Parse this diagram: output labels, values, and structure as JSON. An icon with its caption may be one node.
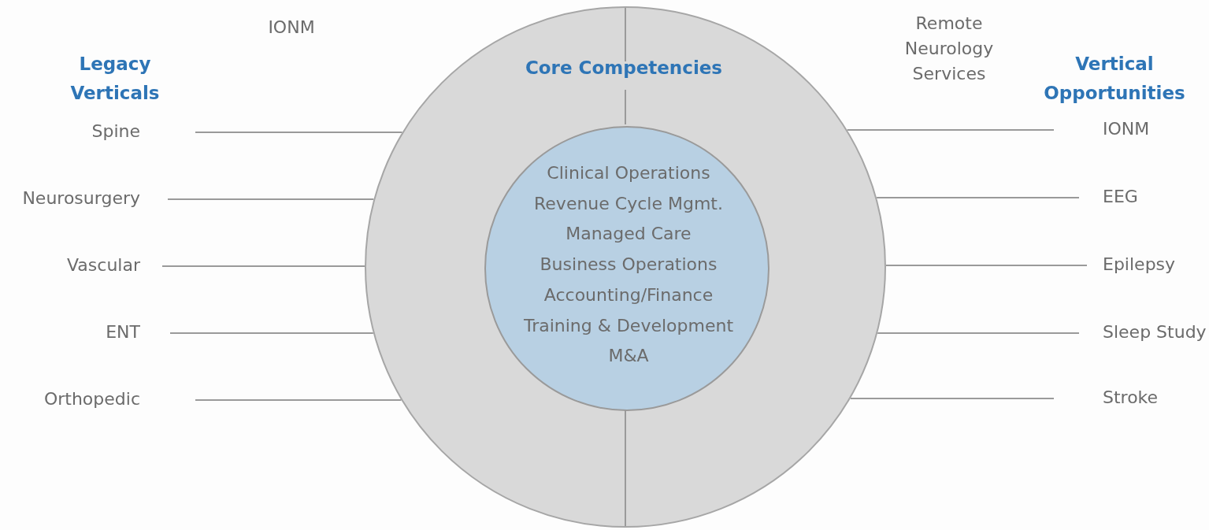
{
  "diagram": {
    "nodes": [
      {
        "text": [
          "Core Competencies"
        ]
      },
      {
        "text": [
          "Clinical Operations",
          "Revenue Cycle Mgmt.",
          "Managed Care",
          "Business Operations",
          "Accounting/Finance",
          "Training & Development",
          "M&A"
        ],
        "in": 0
      },
      {
        "text": [
          "Spine"
        ]
      },
      {
        "text": [
          "Neurosurgery"
        ]
      },
      {
        "text": [
          "Vascular"
        ]
      },
      {
        "text": [
          "ENT"
        ]
      },
      {
        "text": [
          "Orthopedic"
        ]
      },
      {
        "text": [
          "IONM"
        ]
      },
      {
        "text": [
          "EEG"
        ]
      },
      {
        "text": [
          "Epilepsy"
        ]
      },
      {
        "text": [
          "Sleep Study"
        ]
      },
      {
        "text": [
          "Stroke"
        ]
      }
    ],
    "edges": [
      {
        "from": 2,
        "to": 0,
        "arrow": "none"
      },
      {
        "from": 3,
        "to": 0,
        "arrow": "none"
      },
      {
        "from": 4,
        "to": 0,
        "arrow": "none"
      },
      {
        "from": 5,
        "to": 0,
        "arrow": "none"
      },
      {
        "from": 6,
        "to": 0,
        "arrow": "none"
      },
      {
        "from": 0,
        "to": 7,
        "arrow": "none"
      },
      {
        "from": 0,
        "to": 8,
        "arrow": "none"
      },
      {
        "from": 0,
        "to": 9,
        "arrow": "none"
      },
      {
        "from": 0,
        "to": 10,
        "arrow": "none"
      },
      {
        "from": 0,
        "to": 11,
        "arrow": "none"
      }
    ],
    "labels": [
      "IONM",
      "Legacy Verticals",
      "Remote Neurology Services",
      "Vertical Opportunities"
    ]
  }
}
